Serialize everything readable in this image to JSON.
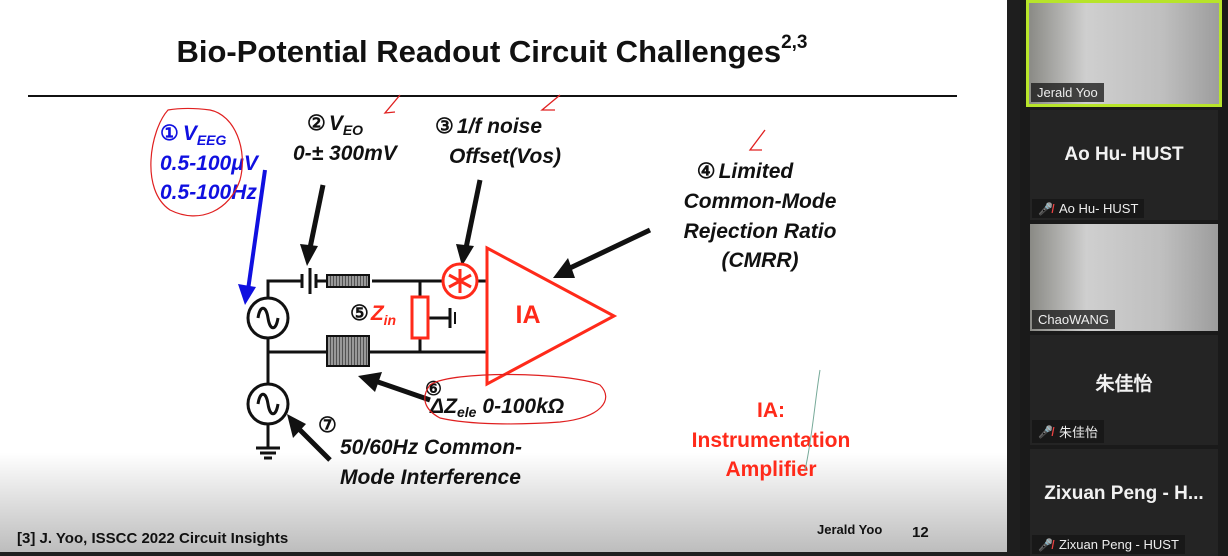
{
  "slide": {
    "title": "Bio-Potential Readout Circuit Challenges",
    "title_sup": "2,3",
    "item1": {
      "num": "①",
      "label": "V",
      "sub": "EEG",
      "line2": "0.5-100μV",
      "line3": "0.5-100Hz"
    },
    "item2": {
      "num": "②",
      "label": "V",
      "sub": "EO",
      "line2": "0-± 300mV"
    },
    "item3": {
      "num": "③",
      "line1": "1/f noise",
      "line2": "Offset(Vos)"
    },
    "item4": {
      "num": "④",
      "line1": "Limited",
      "line2": "Common-Mode",
      "line3": "Rejection Ratio",
      "line4": "(CMRR)"
    },
    "item5": {
      "num": "⑤",
      "label": "Z",
      "sub": "in"
    },
    "item6": {
      "num": "⑥",
      "label": "ΔZ",
      "sub": "ele",
      "value": "0-100kΩ"
    },
    "item7": {
      "num": "⑦",
      "line1": "50/60Hz Common-",
      "line2": "Mode Interference"
    },
    "amp_label": "IA",
    "ia_note": {
      "line1": "IA:",
      "line2": "Instrumentation",
      "line3": "Amplifier"
    },
    "footer_ref": "[3] J. Yoo, ISSCC 2022 Circuit Insights",
    "footer_author": "Jerald Yoo",
    "page_number": "12",
    "colors": {
      "accent_red": "#ff2a1a",
      "accent_blue": "#1010e0",
      "annotation": "#e02020"
    }
  },
  "participants": [
    {
      "name": "Jerald Yoo",
      "video": true,
      "active_speaker": true
    },
    {
      "name": "Ao Hu- HUST",
      "display": "Ao Hu- HUST",
      "muted": true
    },
    {
      "name": "ChaoWANG",
      "video": true
    },
    {
      "name": "朱佳怡",
      "display": "朱佳怡",
      "muted": true
    },
    {
      "name": "Zixuan Peng - HUST",
      "display": "Zixuan Peng - H...",
      "muted": true
    }
  ],
  "icons": {
    "muted": "mic-off-icon"
  }
}
